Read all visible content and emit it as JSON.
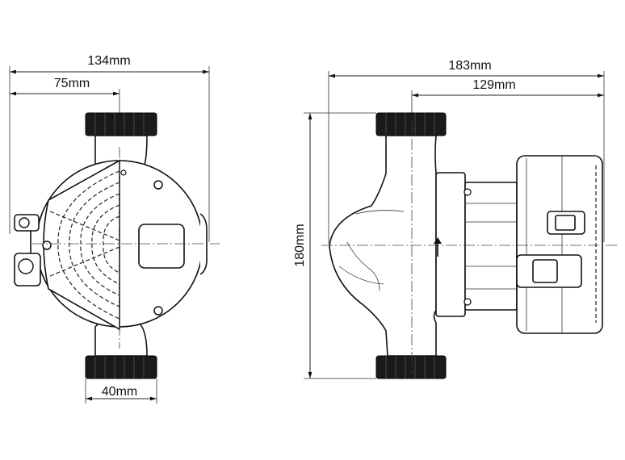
{
  "dimensions": {
    "front_width": "134mm",
    "front_offset": "75mm",
    "front_pipe_width": "40mm",
    "side_width": "183mm",
    "side_offset": "129mm",
    "side_height": "180mm"
  },
  "colors": {
    "ink": "#111111",
    "thread_fill": "#1a1a1a",
    "background": "#ffffff"
  }
}
